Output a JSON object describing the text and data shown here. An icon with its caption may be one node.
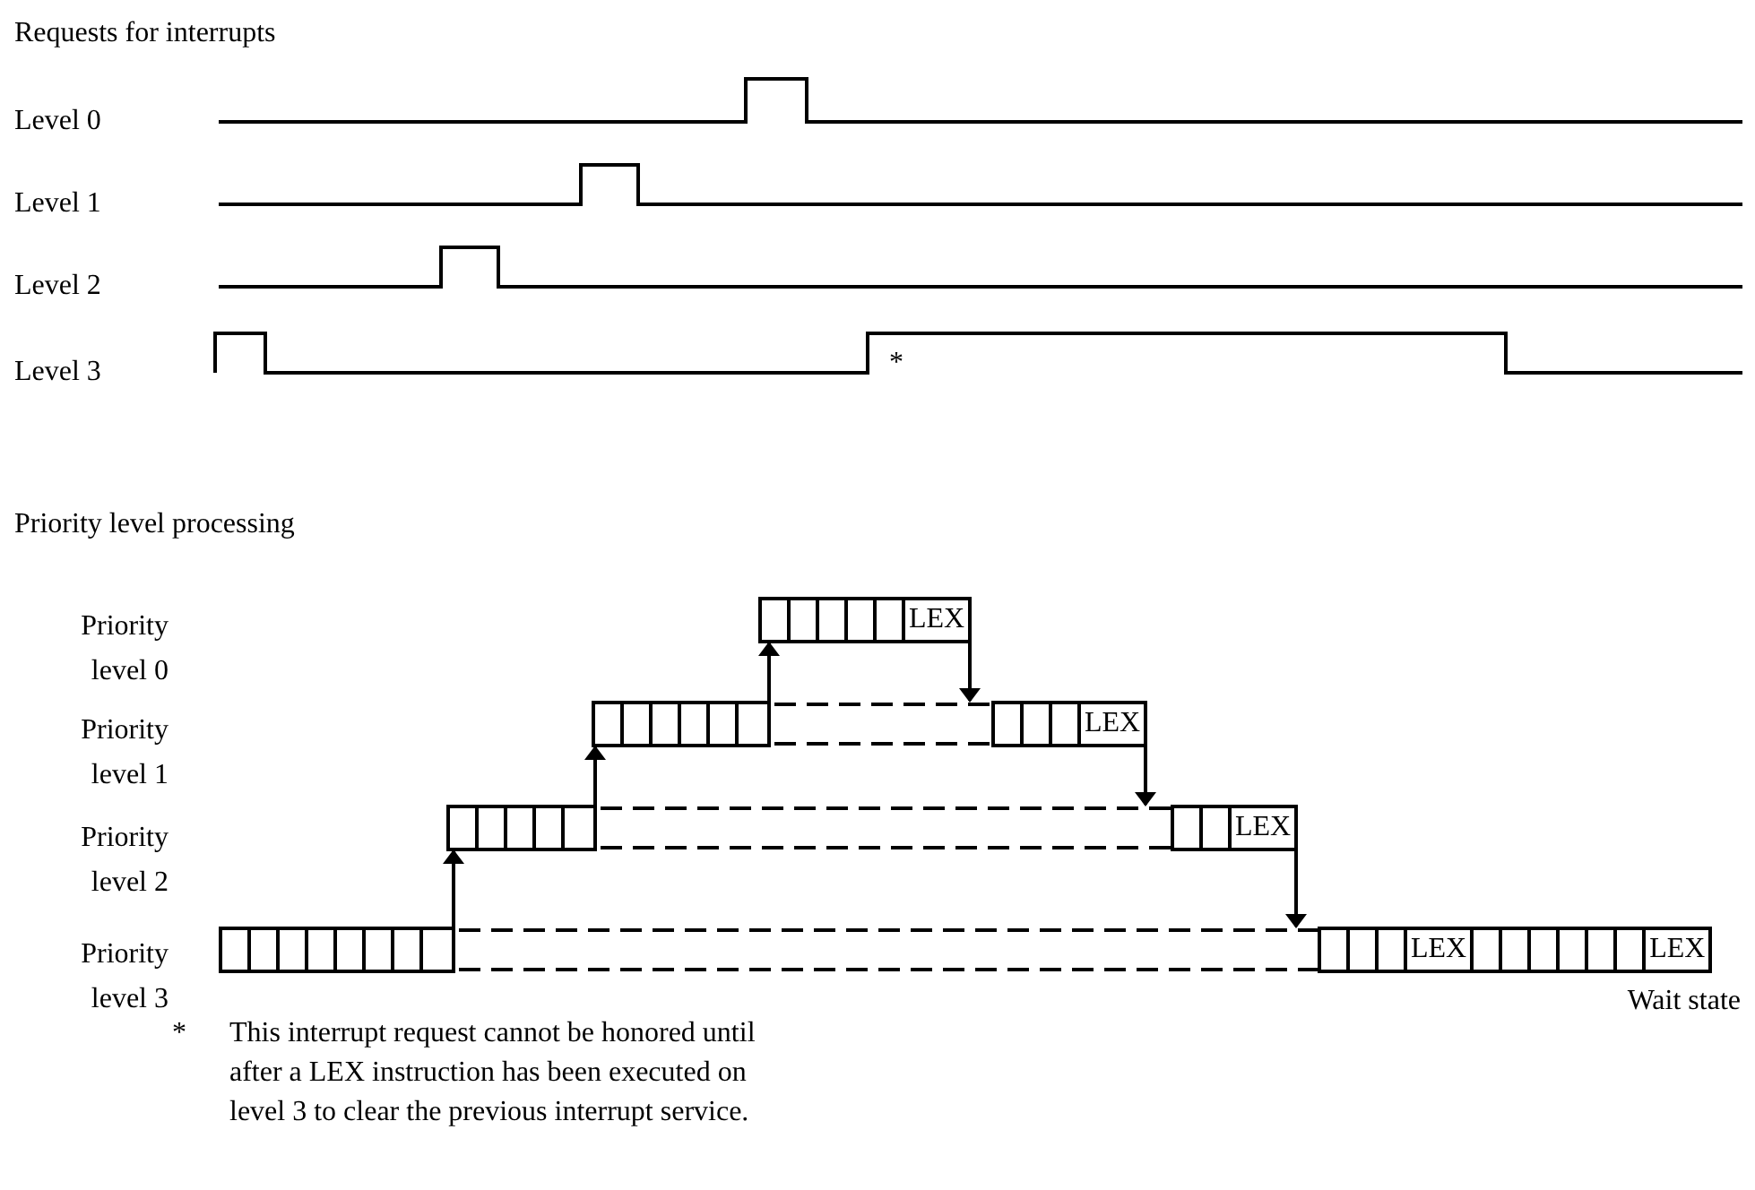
{
  "diagram": {
    "nodes": [
      {
        "text": [],
        "shape": "bar"
      },
      {
        "text": [],
        "shape": "bar"
      },
      {
        "text": [],
        "shape": "bar"
      },
      {
        "text": [
          "LEX"
        ]
      },
      {
        "text": [
          "LEX"
        ]
      },
      {
        "text": [
          "LEX"
        ]
      },
      {
        "text": [
          "LEX",
          "LEX"
        ],
        "beside": [
          "Wait state"
        ]
      }
    ],
    "edges": [
      {
        "from": 0,
        "to": 1,
        "arrow": "to"
      },
      {
        "from": 1,
        "to": 2,
        "arrow": "to"
      },
      {
        "from": 2,
        "to": 3,
        "arrow": "to"
      },
      {
        "from": 3,
        "to": 4,
        "arrow": "to"
      },
      {
        "from": 4,
        "to": 5,
        "arrow": "to"
      },
      {
        "from": 5,
        "to": 6,
        "arrow": "to"
      },
      {
        "from": 0,
        "to": 6,
        "arrow": "none",
        "style": "dashed"
      },
      {
        "from": 0,
        "to": 6,
        "arrow": "none",
        "style": "dashed"
      },
      {
        "from": 1,
        "to": 5,
        "arrow": "none",
        "style": "dashed"
      },
      {
        "from": 1,
        "to": 5,
        "arrow": "none",
        "style": "dashed"
      },
      {
        "from": 2,
        "to": 4,
        "arrow": "none",
        "style": "dashed"
      },
      {
        "from": 2,
        "to": 4,
        "arrow": "none",
        "style": "dashed"
      }
    ],
    "labels": [
      "Requests for interrupts",
      "Level 0",
      "Level 1",
      "Level 2",
      "Level 3",
      "*",
      "Priority level processing",
      "Priority level 0",
      "Priority level 1",
      "Priority level 2",
      "Priority level 3",
      "*",
      "This interrupt request cannot be honored until after a LEX instruction has been executed on level 3 to clear the previous interrupt service."
    ]
  }
}
